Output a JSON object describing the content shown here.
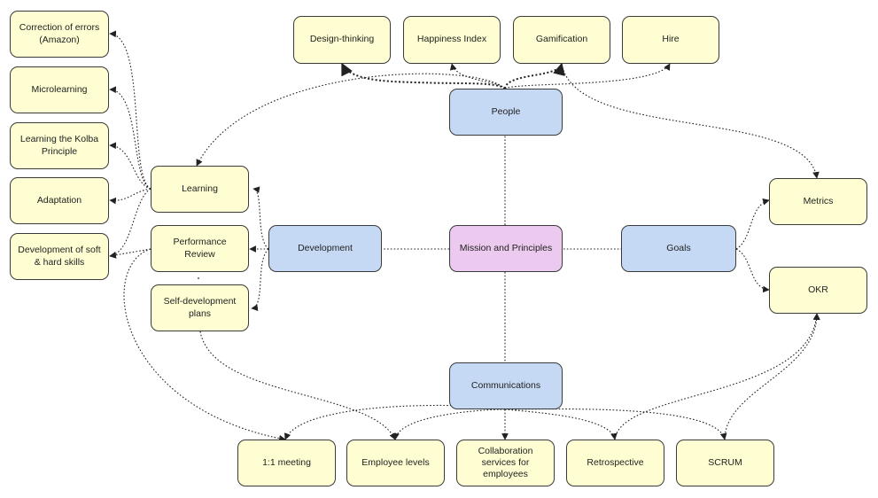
{
  "center": {
    "label": "Mission and Principles"
  },
  "hubs": {
    "people": "People",
    "development": "Development",
    "goals": "Goals",
    "communications": "Communications"
  },
  "people_items": {
    "design_thinking": "Design-thinking",
    "happiness_index": "Happiness Index",
    "gamification": "Gamification",
    "hire": "Hire"
  },
  "development_items": {
    "learning": "Learning",
    "performance_review": "Performance Review",
    "self_development_plans": "Self-development plans"
  },
  "learning_items": {
    "correction_of_errors": "Correction of errors (Amazon)",
    "microlearning": "Microlearning",
    "kolba_principle": "Learning the Kolba Principle",
    "adaptation": "Adaptation",
    "soft_hard_skills": "Development of soft & hard skills"
  },
  "goals_items": {
    "metrics": "Metrics",
    "okr": "OKR"
  },
  "communications_items": {
    "one_on_one": "1:1 meeting",
    "employee_levels": "Employee levels",
    "collaboration_services": "Collaboration services for employees",
    "retrospective": "Retrospective",
    "scrum": "SCRUM"
  },
  "colors": {
    "leaf_fill": "#fefed2",
    "hub_fill": "#c5d9f4",
    "center_fill": "#ecc9ee",
    "border": "#3a3a3a"
  }
}
